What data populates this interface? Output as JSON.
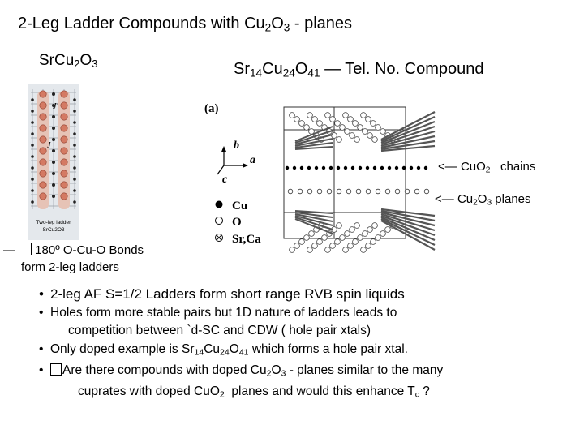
{
  "title": {
    "prefix": "2-Leg Ladder Compounds with Cu",
    "s1": "2",
    "mid": "O",
    "s2": "3",
    "suffix": " - planes"
  },
  "left_heading": {
    "a": "Sr",
    "b": "Cu",
    "s1": "2",
    "c": "O",
    "s2": "3"
  },
  "right_heading": {
    "a": "Sr",
    "s1": "14",
    "b": "Cu",
    "s2": "24",
    "c": "O",
    "s3": "41",
    "d": " — Tel. No. Compound"
  },
  "ladder_figure": {
    "jprime": "J'",
    "j": "J",
    "caption1": "Two-leg ladder",
    "caption2": "SrCu2O3"
  },
  "crystal_figure": {
    "panel": "(a)",
    "axis_b": "b",
    "axis_a": "a",
    "axis_c": "c"
  },
  "legend": [
    {
      "symbol": "filled",
      "label": "Cu"
    },
    {
      "symbol": "open",
      "label": "O"
    },
    {
      "symbol": "crossed",
      "label": "Sr,Ca"
    }
  ],
  "chains_label": {
    "arrow": "<— ",
    "a": "Cu",
    "s1": "O",
    "s2": "2",
    "b": "   chains"
  },
  "planes_label": {
    "arrow": "<— ",
    "a": "Cu",
    "s1": "2",
    "b": "O",
    "s2": "3",
    "c": " planes"
  },
  "bonds_note": {
    "line1_prefix": "— ",
    "line1": "180º O-Cu-O Bonds",
    "line2": "form 2-leg ladders"
  },
  "bullets": [
    {
      "text": "2-leg AF S=1/2 Ladders form short range RVB spin liquids"
    },
    {
      "text": "Holes form more stable pairs but 1D nature of ladders leads to",
      "cont": "competition  between `d-SC and CDW ( hole pair xtals)"
    },
    {
      "pre": "Only doped example is Sr",
      "s1": "14",
      "m1": "Cu",
      "s2": "24",
      "m2": "O",
      "s3": "41",
      "post": " which forms a hole pair xtal."
    },
    {
      "pre": "Are there compounds with doped  Cu",
      "s1": "2",
      "m1": "O",
      "s2": "3",
      "post": " - planes similar to the many",
      "cont_pre": "cuprates with doped CuO",
      "cont_s": "2",
      "cont_mid": "  planes and would this enhance T",
      "cont_s2": "c",
      "cont_post": " ?"
    }
  ]
}
